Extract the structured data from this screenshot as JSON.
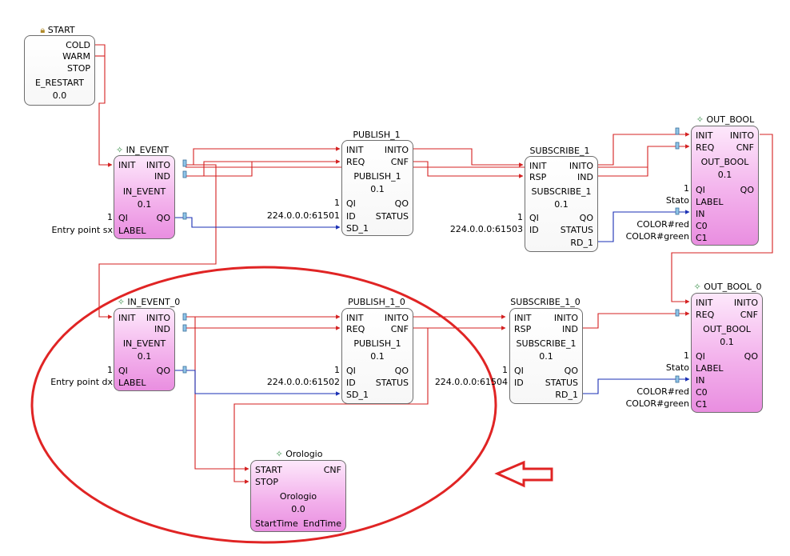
{
  "colors": {
    "event": "#d42020",
    "data": "#1a2fb4",
    "block_body": "#f3b2ec",
    "highlight": "#e02424"
  },
  "blocks": {
    "start": {
      "title": "START",
      "icon": "lock-icon",
      "ports": {
        "cold": "COLD",
        "warm": "WARM",
        "stop": "STOP"
      },
      "type": "E_RESTART",
      "version": "0.0"
    },
    "in_event": {
      "title": "IN_EVENT",
      "icon": "star-icon",
      "ports": {
        "init": "INIT",
        "inito": "INITO",
        "ind": "IND",
        "qi": "QI",
        "qo": "QO",
        "label": "LABEL"
      },
      "type": "IN_EVENT",
      "version": "0.1",
      "values": {
        "qi": "1",
        "label": "Entry point sx"
      }
    },
    "publish_1": {
      "title": "PUBLISH_1",
      "ports": {
        "init": "INIT",
        "inito": "INITO",
        "req": "REQ",
        "cnf": "CNF",
        "qi": "QI",
        "qo": "QO",
        "id": "ID",
        "status": "STATUS",
        "sd_1": "SD_1"
      },
      "type": "PUBLISH_1",
      "version": "0.1",
      "values": {
        "qi": "1",
        "id": "224.0.0.0:61501"
      }
    },
    "subscribe_1": {
      "title": "SUBSCRIBE_1",
      "ports": {
        "init": "INIT",
        "inito": "INITO",
        "rsp": "RSP",
        "ind": "IND",
        "qi": "QI",
        "qo": "QO",
        "id": "ID",
        "status": "STATUS",
        "rd_1": "RD_1"
      },
      "type": "SUBSCRIBE_1",
      "version": "0.1",
      "values": {
        "qi": "1",
        "id": "224.0.0.0:61503"
      }
    },
    "out_bool": {
      "title": "OUT_BOOL",
      "icon": "star-icon",
      "ports": {
        "init": "INIT",
        "inito": "INITO",
        "req": "REQ",
        "cnf": "CNF",
        "qi": "QI",
        "qo": "QO",
        "label": "LABEL",
        "in": "IN",
        "c0": "C0",
        "c1": "C1"
      },
      "type": "OUT_BOOL",
      "version": "0.1",
      "values": {
        "qi": "1",
        "label": "Stato",
        "c0": "COLOR#red",
        "c1": "COLOR#green"
      }
    },
    "in_event_0": {
      "title": "IN_EVENT_0",
      "icon": "star-icon",
      "ports": {
        "init": "INIT",
        "inito": "INITO",
        "ind": "IND",
        "qi": "QI",
        "qo": "QO",
        "label": "LABEL"
      },
      "type": "IN_EVENT",
      "version": "0.1",
      "values": {
        "qi": "1",
        "label": "Entry point dx"
      }
    },
    "publish_1_0": {
      "title": "PUBLISH_1_0",
      "ports": {
        "init": "INIT",
        "inito": "INITO",
        "req": "REQ",
        "cnf": "CNF",
        "qi": "QI",
        "qo": "QO",
        "id": "ID",
        "status": "STATUS",
        "sd_1": "SD_1"
      },
      "type": "PUBLISH_1",
      "version": "0.1",
      "values": {
        "qi": "1",
        "id": "224.0.0.0:61502"
      }
    },
    "subscribe_1_0": {
      "title": "SUBSCRIBE_1_0",
      "ports": {
        "init": "INIT",
        "inito": "INITO",
        "rsp": "RSP",
        "ind": "IND",
        "qi": "QI",
        "qo": "QO",
        "id": "ID",
        "status": "STATUS",
        "rd_1": "RD_1"
      },
      "type": "SUBSCRIBE_1",
      "version": "0.1",
      "values": {
        "qi": "1",
        "id": "224.0.0.0:61504"
      }
    },
    "out_bool_0": {
      "title": "OUT_BOOL_0",
      "icon": "star-icon",
      "ports": {
        "init": "INIT",
        "inito": "INITO",
        "req": "REQ",
        "cnf": "CNF",
        "qi": "QI",
        "qo": "QO",
        "label": "LABEL",
        "in": "IN",
        "c0": "C0",
        "c1": "C1"
      },
      "type": "OUT_BOOL",
      "version": "0.1",
      "values": {
        "qi": "1",
        "label": "Stato",
        "c0": "COLOR#red",
        "c1": "COLOR#green"
      }
    },
    "orologio": {
      "title": "Orologio",
      "icon": "star-icon",
      "ports": {
        "start": "START",
        "stop": "STOP",
        "cnf": "CNF",
        "starttime": "StartTime",
        "endtime": "EndTime"
      },
      "type": "Orologio",
      "version": "0.0"
    }
  }
}
